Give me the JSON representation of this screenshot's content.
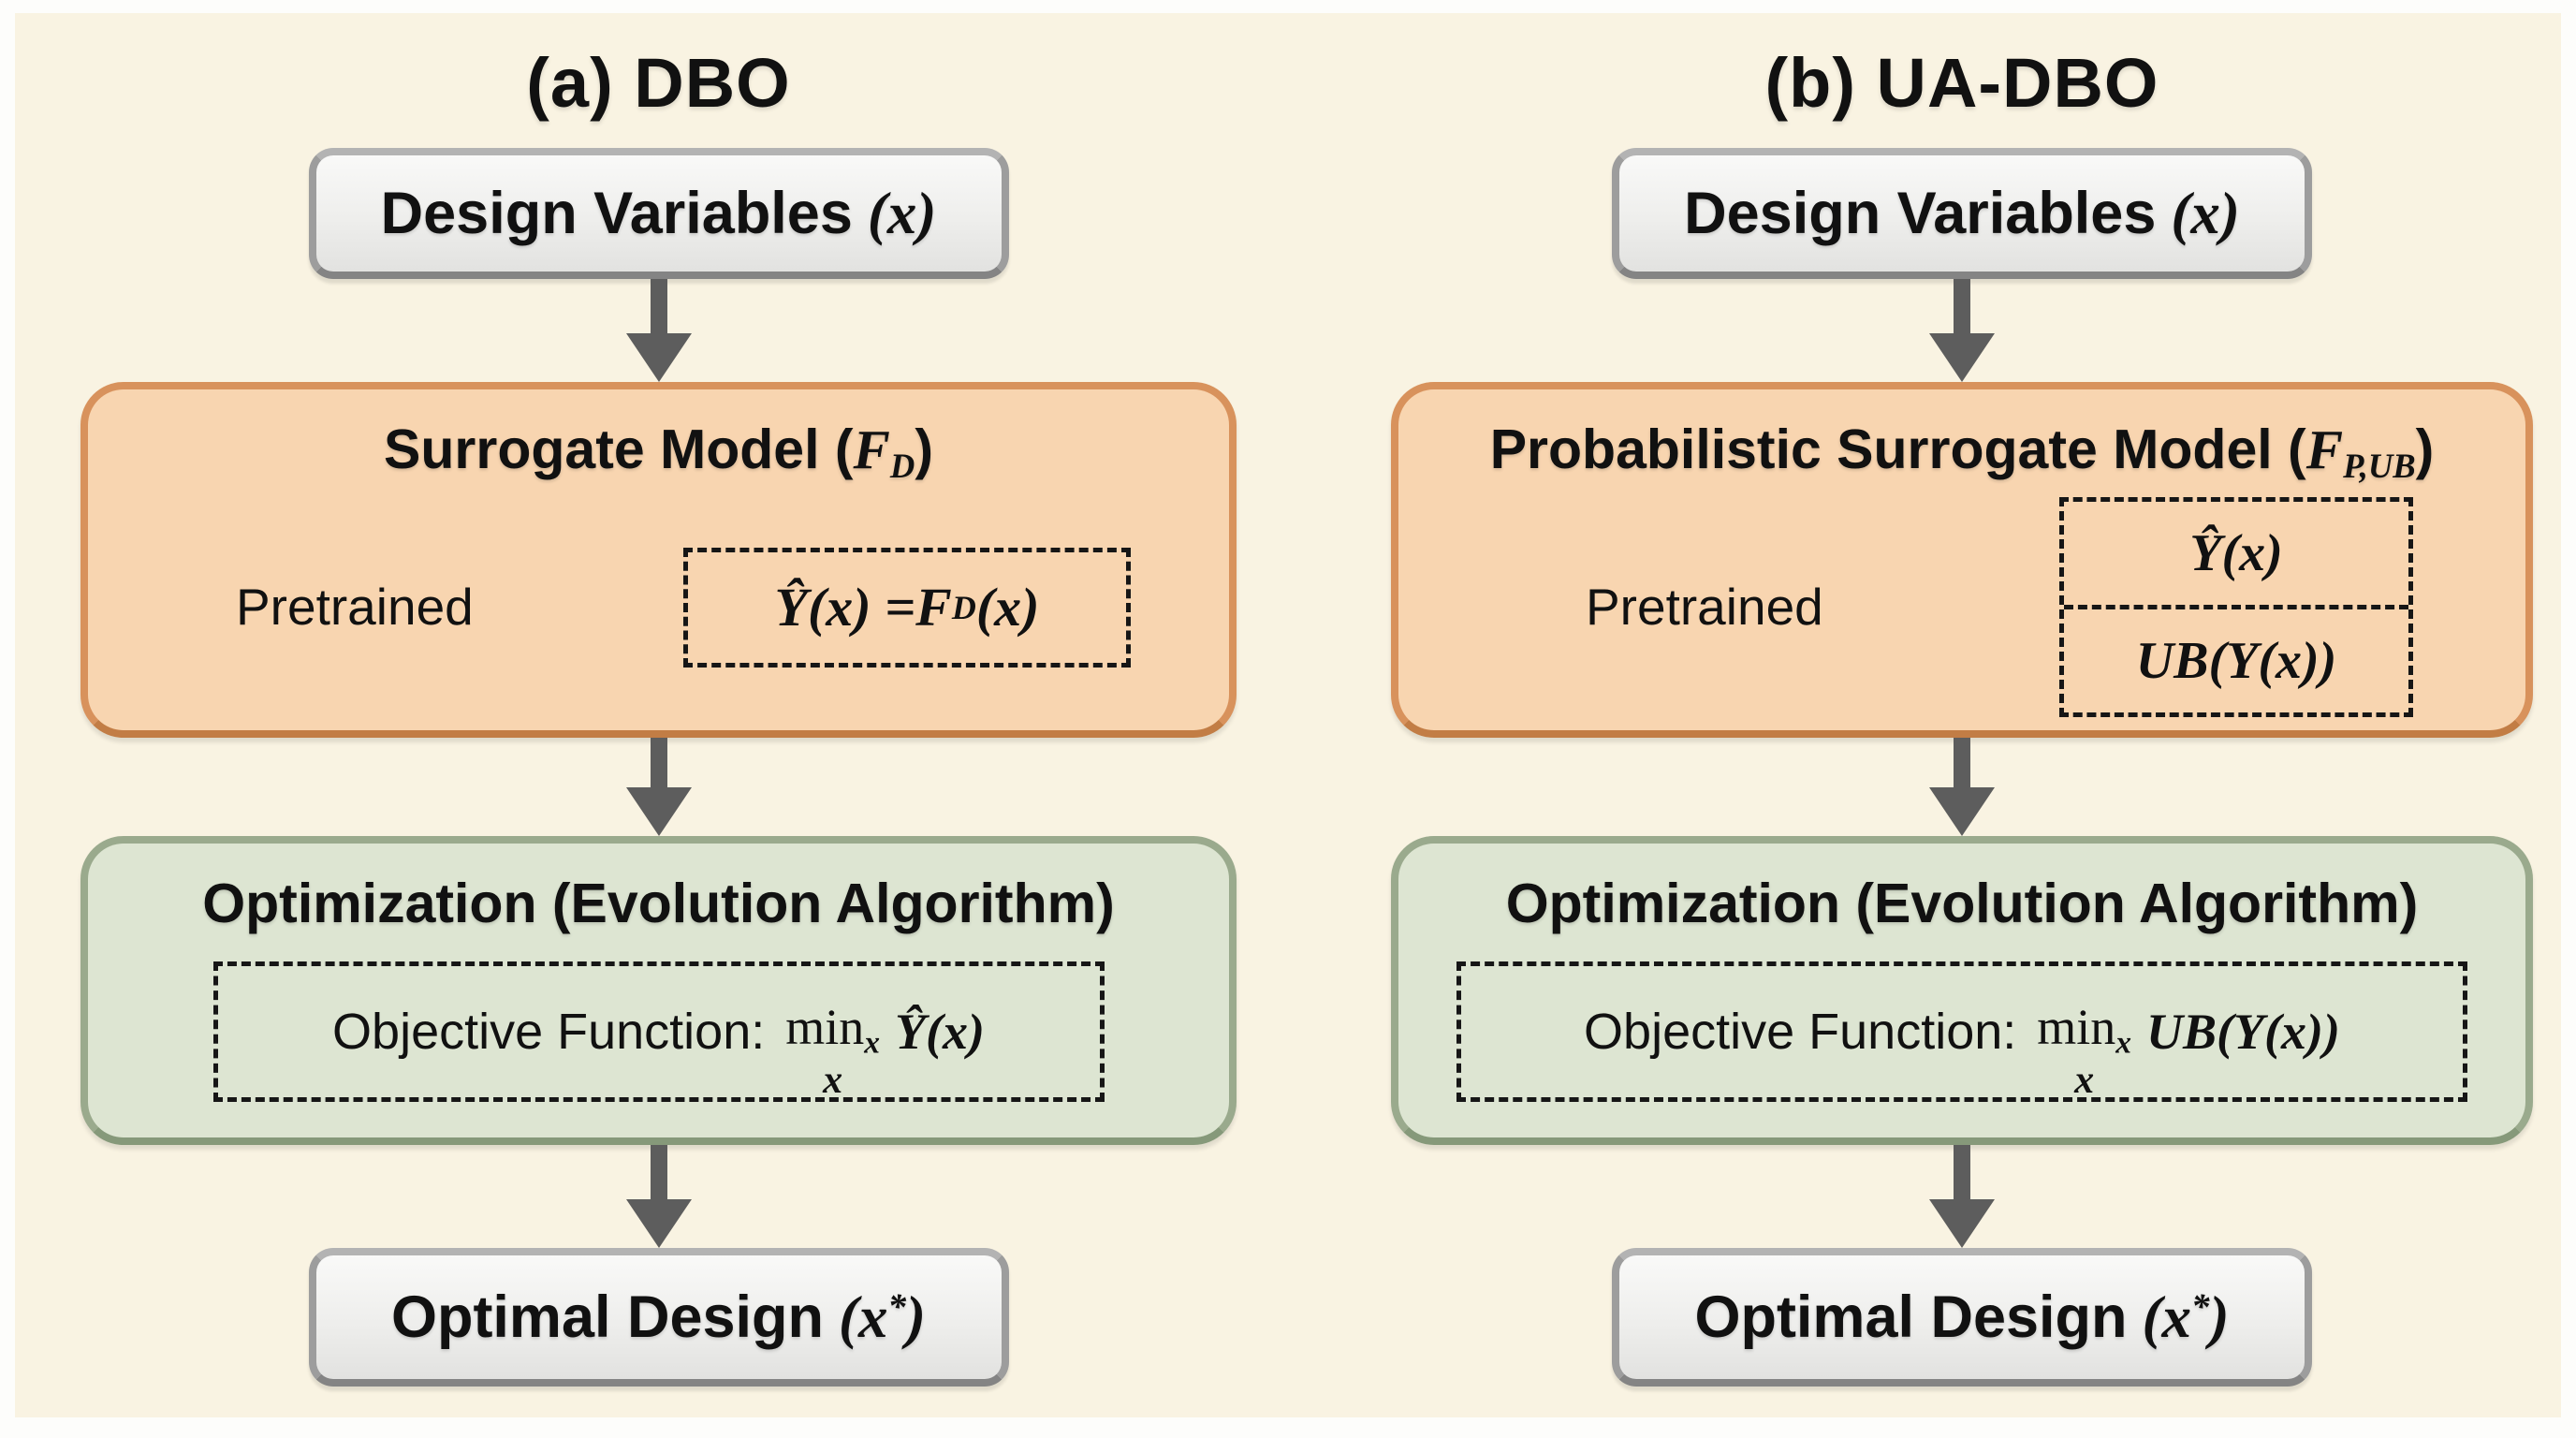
{
  "palette": {
    "background": "#f9f3e2",
    "outer_edge": "#fdfdfb",
    "gray_box_fill": "#efefed",
    "gray_box_border": "#9d9d9d",
    "orange_box_fill": "#f8d5b0",
    "orange_box_border": "#d8925c",
    "green_box_fill": "#dde5d2",
    "green_box_border": "#9aaa8d",
    "arrow": "#5d5d5d",
    "dashed_border": "#161616",
    "text": "#111111"
  },
  "columns": {
    "a": {
      "title": "(a) DBO",
      "design_label": "Design Variables",
      "design_math": "(x)",
      "surrogate_header_prefix": "Surrogate Model (",
      "surrogate_header_var": "F",
      "surrogate_header_sub": "D",
      "surrogate_header_close": ")",
      "pretrained": "Pretrained",
      "formula_p1": "Ŷ(",
      "formula_x1": "x",
      "formula_p2": ") = ",
      "formula_var": "F",
      "formula_sub": "D",
      "formula_p3": "(",
      "formula_x2": "x",
      "formula_p4": ")",
      "opt_header": "Optimization (Evolution Algorithm)",
      "objective_label": "Objective Function:",
      "min_word": "min",
      "min_sub": "x",
      "min_under": "x",
      "expr_p1": "Ŷ(",
      "expr_x": "x",
      "expr_p2": ")",
      "optimal_label": "Optimal Design",
      "optimal_pre": "(x",
      "optimal_sup": "*",
      "optimal_post": ")"
    },
    "b": {
      "title": "(b) UA-DBO",
      "design_label": "Design Variables",
      "design_math": "(x)",
      "surrogate_header_prefix": "Probabilistic Surrogate Model (",
      "surrogate_header_var": "F",
      "surrogate_header_sub": "P,UB",
      "surrogate_header_close": ")",
      "pretrained": "Pretrained",
      "cell1_p1": "Ŷ(",
      "cell1_x": "x",
      "cell1_p2": ")",
      "cell2_p1": "UB(Y(",
      "cell2_x": "x",
      "cell2_p2": "))",
      "opt_header": "Optimization (Evolution Algorithm)",
      "objective_label": "Objective Function:",
      "min_word": "min",
      "min_sub": "x",
      "min_under": "x",
      "expr_p1": "UB(Y(",
      "expr_x": "x",
      "expr_p2": "))",
      "optimal_label": "Optimal Design",
      "optimal_pre": "(x",
      "optimal_sup": "*",
      "optimal_post": ")"
    }
  }
}
